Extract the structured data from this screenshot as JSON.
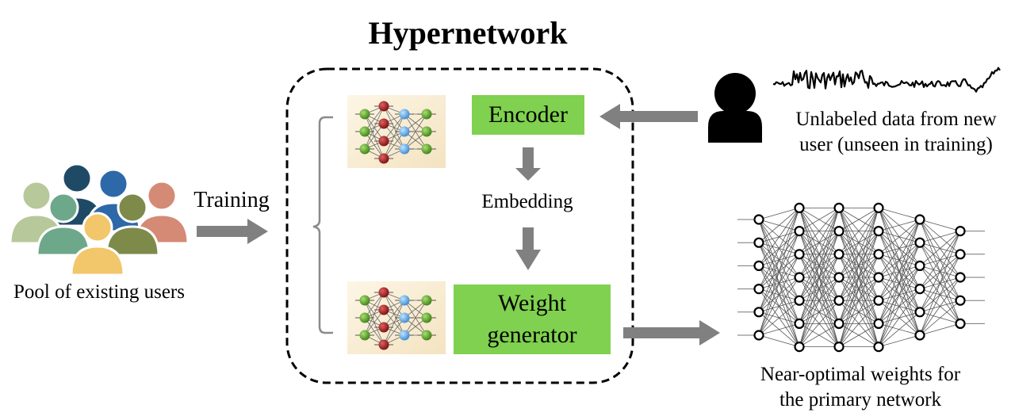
{
  "title": "Hypernetwork",
  "pool_label": "Pool of existing users",
  "training_label": "Training",
  "encoder_label": "Encoder",
  "embedding_label": "Embedding",
  "weight_generator_label": "Weight generator",
  "unlabeled_label_line1": "Unlabeled data from new",
  "unlabeled_label_line2": "user (unseen in training)",
  "output_label_line1": "Near-optimal weights for",
  "output_label_line2": "the primary network",
  "colors": {
    "encoder_box": "#7fd14f",
    "arrow": "#808080",
    "nn_green": "#5a9e2a",
    "nn_red": "#a82a2a",
    "nn_blue": "#5aa8e0"
  },
  "primary_network_layers": [
    6,
    7,
    7,
    7,
    6,
    5
  ]
}
